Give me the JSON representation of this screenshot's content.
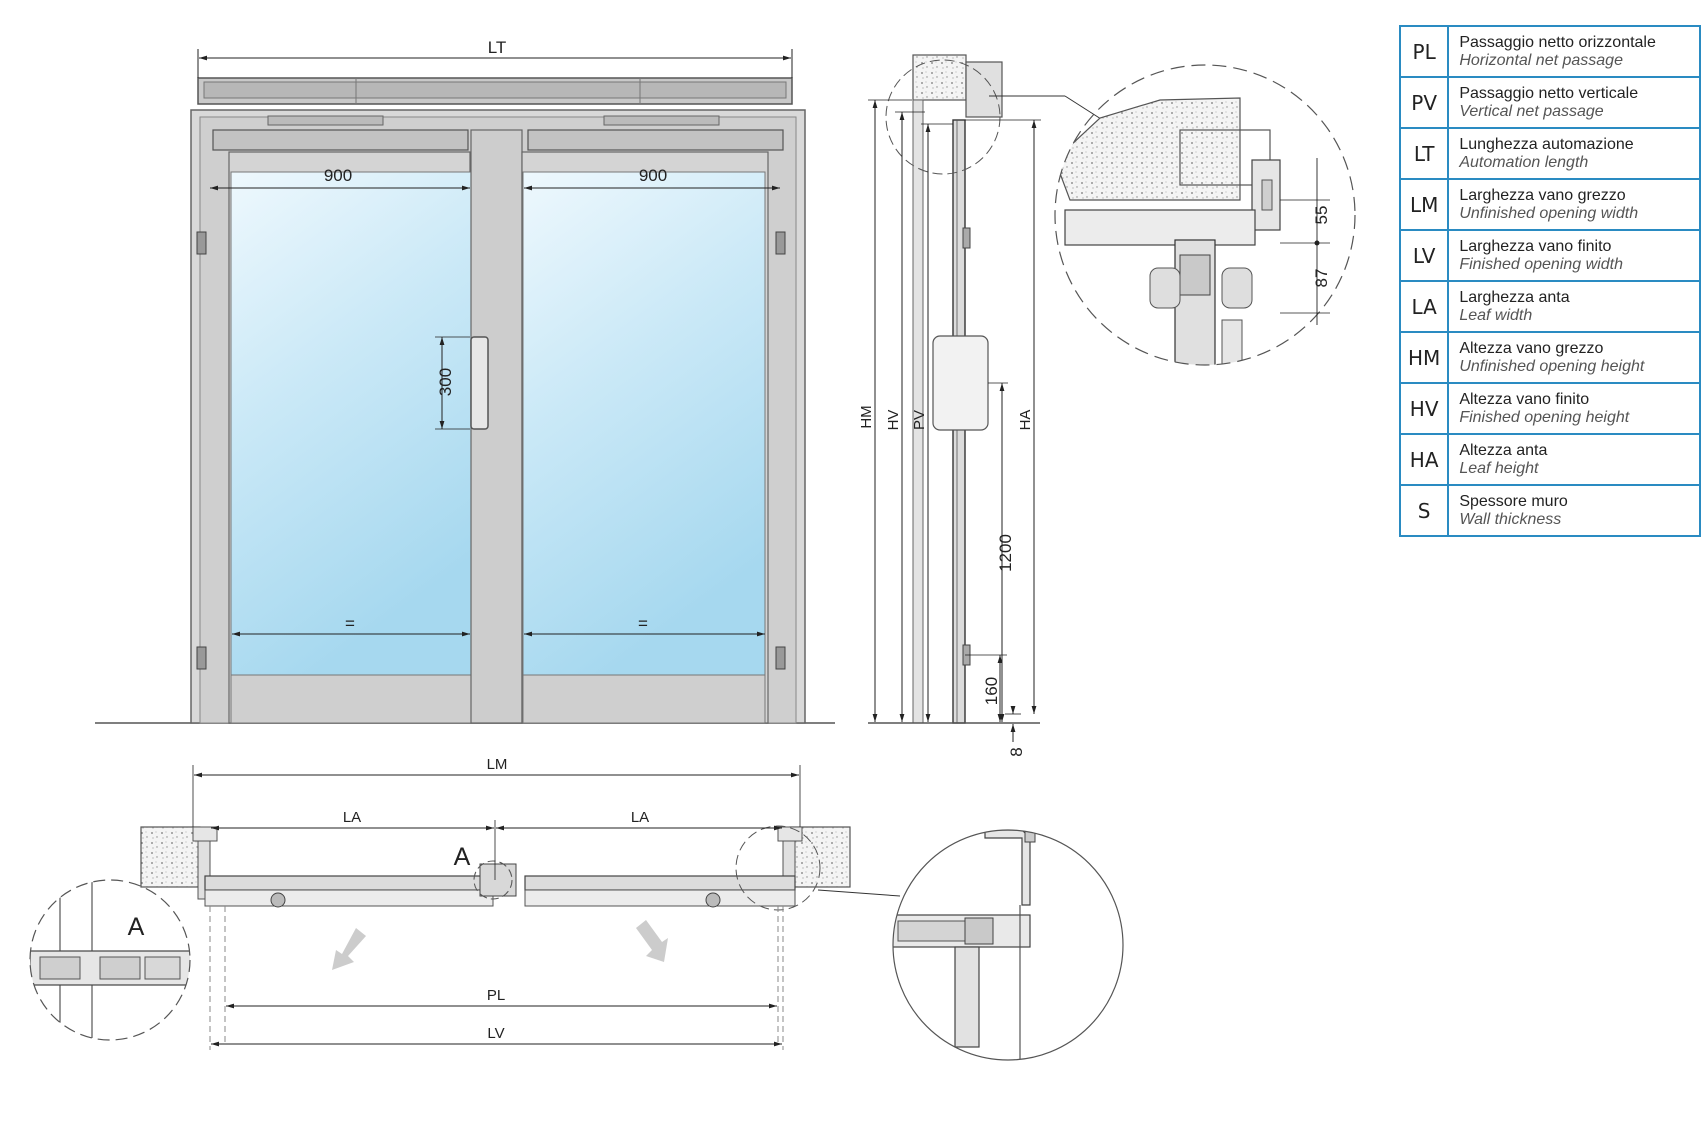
{
  "colors": {
    "legend_border": "#2a8bc2",
    "frame_gray": "#c7c7c7",
    "glass_top": "#eef8fd",
    "glass_bottom": "#a6d8ef",
    "arrow_gray": "#cccccc"
  },
  "front_view": {
    "lt": "LT",
    "left_leaf_width": "900",
    "right_leaf_width": "900",
    "handle_height": "300",
    "left_equal": "=",
    "right_equal": "="
  },
  "side_view": {
    "hm": "HM",
    "hv": "HV",
    "pv": "PV",
    "ha": "HA",
    "handle_height_from_floor": "1200",
    "kick_plate": "160",
    "floor_gap": "8"
  },
  "detail_top": {
    "dim_55": "55",
    "dim_87": "87"
  },
  "plan_view": {
    "lm": "LM",
    "la_left": "LA",
    "la_right": "LA",
    "pl": "PL",
    "lv": "LV",
    "marker_a": "A"
  },
  "detail_a": {
    "marker_a": "A"
  },
  "legend": [
    {
      "code": "PL",
      "it": "Passaggio netto orizzontale",
      "en": "Horizontal net passage"
    },
    {
      "code": "PV",
      "it": "Passaggio netto verticale",
      "en": "Vertical net passage"
    },
    {
      "code": "LT",
      "it": "Lunghezza automazione",
      "en": "Automation length"
    },
    {
      "code": "LM",
      "it": "Larghezza vano grezzo",
      "en": "Unfinished opening width"
    },
    {
      "code": "LV",
      "it": "Larghezza vano finito",
      "en": "Finished opening width"
    },
    {
      "code": "LA",
      "it": "Larghezza anta",
      "en": "Leaf width"
    },
    {
      "code": "HM",
      "it": "Altezza vano grezzo",
      "en": "Unfinished opening height"
    },
    {
      "code": "HV",
      "it": "Altezza vano finito",
      "en": "Finished opening height"
    },
    {
      "code": "HA",
      "it": "Altezza anta",
      "en": "Leaf height"
    },
    {
      "code": "S",
      "it": "Spessore muro",
      "en": "Wall thickness"
    }
  ]
}
